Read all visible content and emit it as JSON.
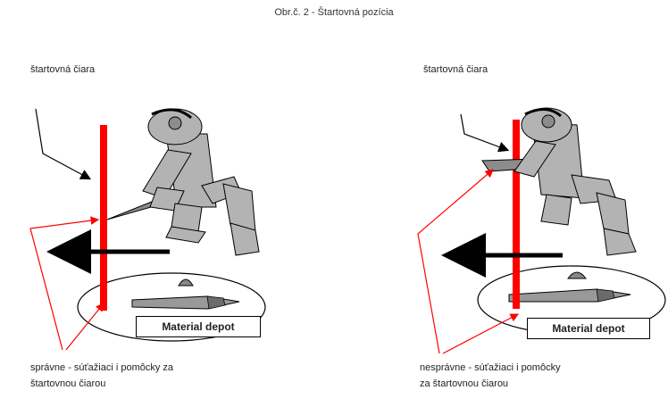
{
  "caption": "Obr.č. 2 - Štartovná pozícia",
  "left": {
    "line_label": "štartovná čiara",
    "depot_label": "Material depot",
    "note_line1": "správne - súťažiaci i pomôcky za",
    "note_line2": "štartovnou čiarou"
  },
  "right": {
    "line_label": "štartovná čiara",
    "depot_label": "Material depot",
    "note_line1": "nesprávne - súťažiaci i pomôcky",
    "note_line2": "za štartovnou čiarou"
  },
  "colors": {
    "start_line": "#ff0000",
    "figure": "#b3b3b3",
    "outline": "#000000"
  }
}
